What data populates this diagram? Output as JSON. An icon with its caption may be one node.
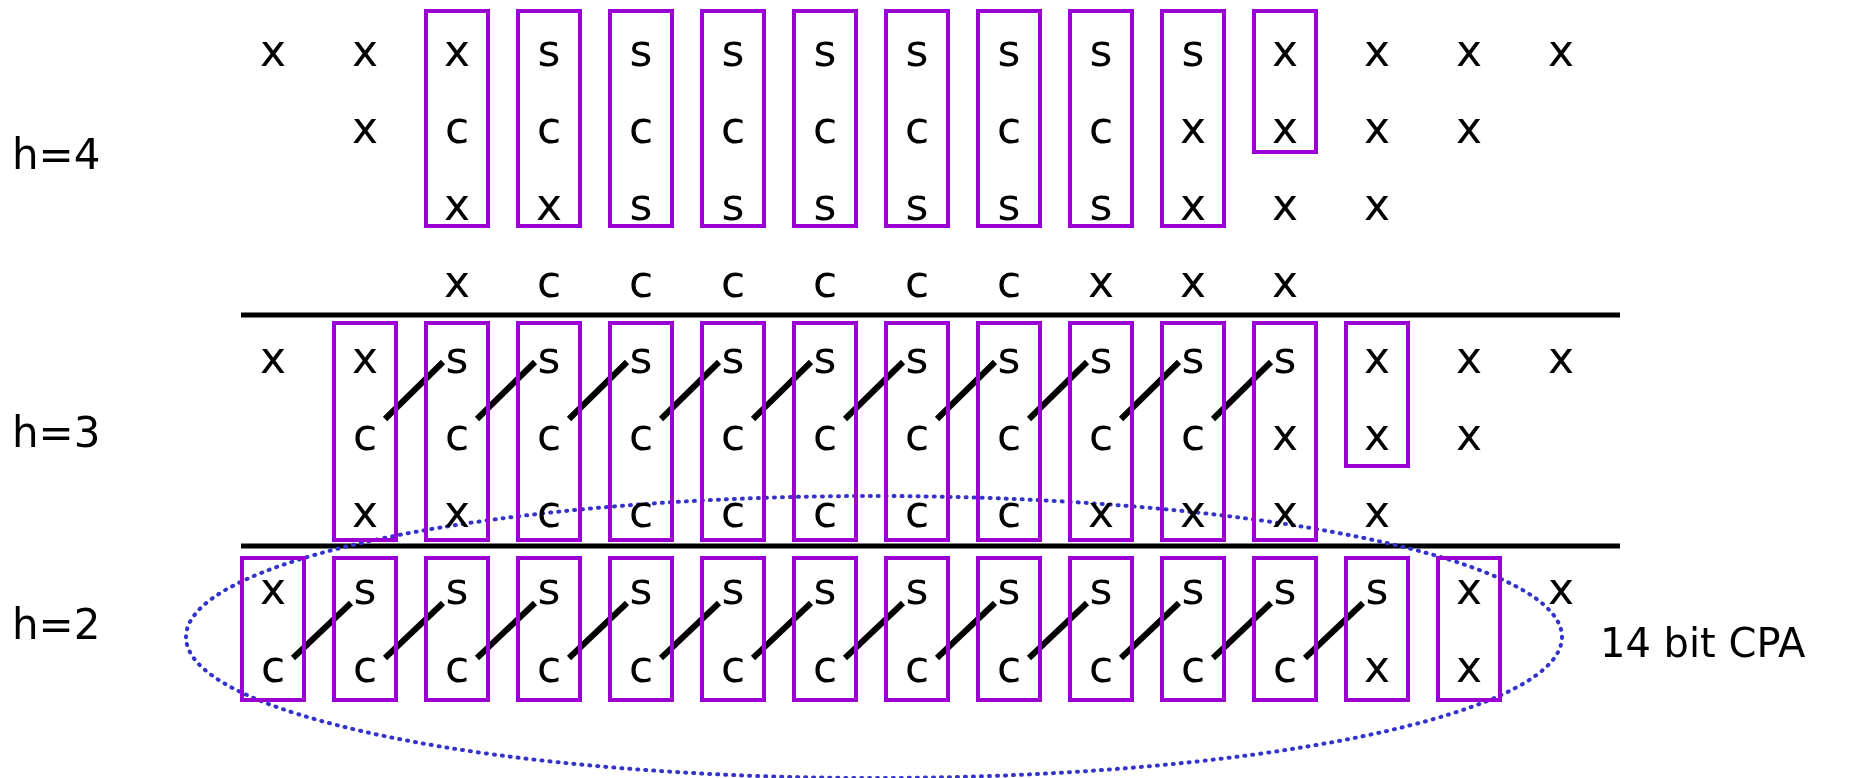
{
  "diagram": {
    "nodes": [
      {
        "text": [
          "x",
          "c",
          "x"
        ]
      },
      {
        "text": [
          "s",
          "c",
          "x"
        ]
      },
      {
        "text": [
          "s",
          "c",
          "s"
        ]
      },
      {
        "text": [
          "s",
          "c",
          "s"
        ]
      },
      {
        "text": [
          "s",
          "c",
          "s"
        ]
      },
      {
        "text": [
          "s",
          "c",
          "s"
        ]
      },
      {
        "text": [
          "s",
          "c",
          "s"
        ]
      },
      {
        "text": [
          "s",
          "c",
          "s"
        ]
      },
      {
        "text": [
          "s",
          "x",
          "x"
        ]
      },
      {
        "text": [
          "x",
          "x"
        ]
      },
      {
        "text": [
          "x",
          "c",
          "x"
        ]
      },
      {
        "text": [
          "s",
          "c",
          "x"
        ]
      },
      {
        "text": [
          "s",
          "c",
          "c"
        ]
      },
      {
        "text": [
          "s",
          "c",
          "c"
        ]
      },
      {
        "text": [
          "s",
          "c",
          "c"
        ]
      },
      {
        "text": [
          "s",
          "c",
          "c"
        ]
      },
      {
        "text": [
          "s",
          "c",
          "c"
        ]
      },
      {
        "text": [
          "s",
          "c",
          "c"
        ]
      },
      {
        "text": [
          "s",
          "c",
          "x"
        ]
      },
      {
        "text": [
          "s",
          "c",
          "x"
        ]
      },
      {
        "text": [
          "s",
          "x",
          "x"
        ]
      },
      {
        "text": [
          "x",
          "x"
        ]
      },
      {
        "text": [
          "x",
          "c"
        ]
      },
      {
        "text": [
          "s",
          "c"
        ]
      },
      {
        "text": [
          "s",
          "c"
        ]
      },
      {
        "text": [
          "s",
          "c"
        ]
      },
      {
        "text": [
          "s",
          "c"
        ]
      },
      {
        "text": [
          "s",
          "c"
        ]
      },
      {
        "text": [
          "s",
          "c"
        ]
      },
      {
        "text": [
          "s",
          "c"
        ]
      },
      {
        "text": [
          "s",
          "c"
        ]
      },
      {
        "text": [
          "s",
          "c"
        ]
      },
      {
        "text": [
          "s",
          "c"
        ]
      },
      {
        "text": [
          "s",
          "c"
        ]
      },
      {
        "text": [
          "s",
          "x"
        ]
      },
      {
        "text": [
          "x",
          "x"
        ]
      }
    ],
    "edges": [
      {
        "from": 10,
        "to": 11,
        "arrow": "none"
      },
      {
        "from": 11,
        "to": 12,
        "arrow": "none"
      },
      {
        "from": 12,
        "to": 13,
        "arrow": "none"
      },
      {
        "from": 13,
        "to": 14,
        "arrow": "none"
      },
      {
        "from": 14,
        "to": 15,
        "arrow": "none"
      },
      {
        "from": 15,
        "to": 16,
        "arrow": "none"
      },
      {
        "from": 16,
        "to": 17,
        "arrow": "none"
      },
      {
        "from": 17,
        "to": 18,
        "arrow": "none"
      },
      {
        "from": 18,
        "to": 19,
        "arrow": "none"
      },
      {
        "from": 19,
        "to": 20,
        "arrow": "none"
      },
      {
        "from": 22,
        "to": 23,
        "arrow": "none"
      },
      {
        "from": 23,
        "to": 24,
        "arrow": "none"
      },
      {
        "from": 24,
        "to": 25,
        "arrow": "none"
      },
      {
        "from": 25,
        "to": 26,
        "arrow": "none"
      },
      {
        "from": 26,
        "to": 27,
        "arrow": "none"
      },
      {
        "from": 27,
        "to": 28,
        "arrow": "none"
      },
      {
        "from": 28,
        "to": 29,
        "arrow": "none"
      },
      {
        "from": 29,
        "to": 30,
        "arrow": "none"
      },
      {
        "from": 30,
        "to": 31,
        "arrow": "none"
      },
      {
        "from": 31,
        "to": 32,
        "arrow": "none"
      },
      {
        "from": 32,
        "to": 33,
        "arrow": "none"
      },
      {
        "from": 33,
        "to": 34,
        "arrow": "none"
      }
    ],
    "labels": [
      "h=4",
      "x",
      "x",
      "x",
      "x",
      "x",
      "x",
      "x",
      "x",
      "x",
      "x",
      "x",
      "c",
      "c",
      "c",
      "c",
      "c",
      "c",
      "x",
      "x",
      "x",
      "h=3",
      "x",
      "x",
      "x",
      "x",
      "x",
      "h=2",
      "x",
      "14 bit CPA"
    ]
  }
}
